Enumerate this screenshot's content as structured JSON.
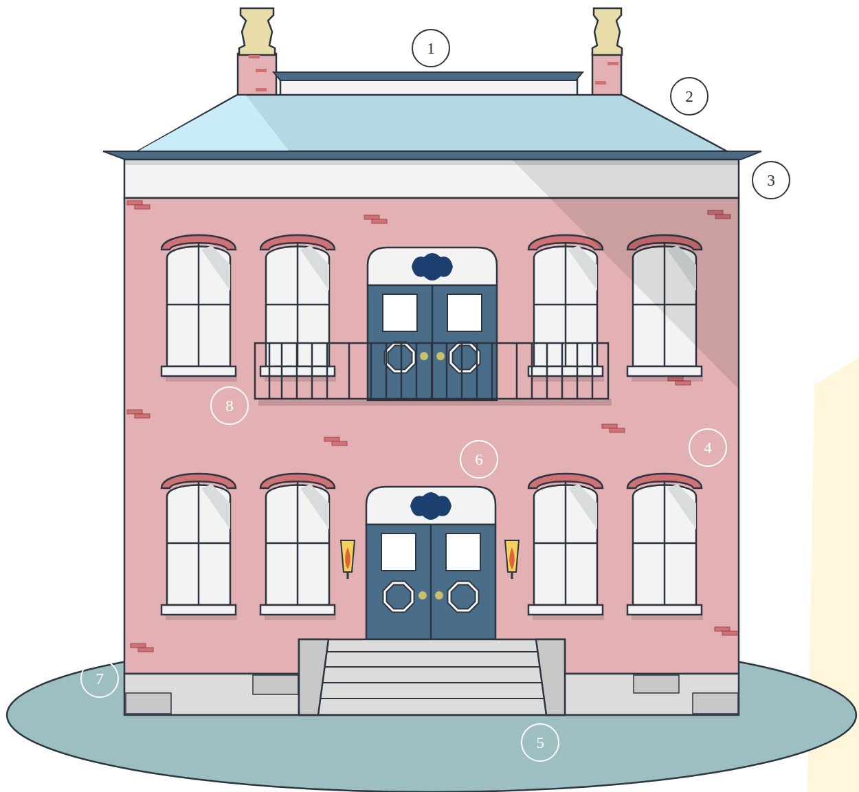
{
  "diagram": {
    "labels": [
      "1",
      "2",
      "3",
      "8",
      "4",
      "6",
      "7",
      "5"
    ]
  }
}
